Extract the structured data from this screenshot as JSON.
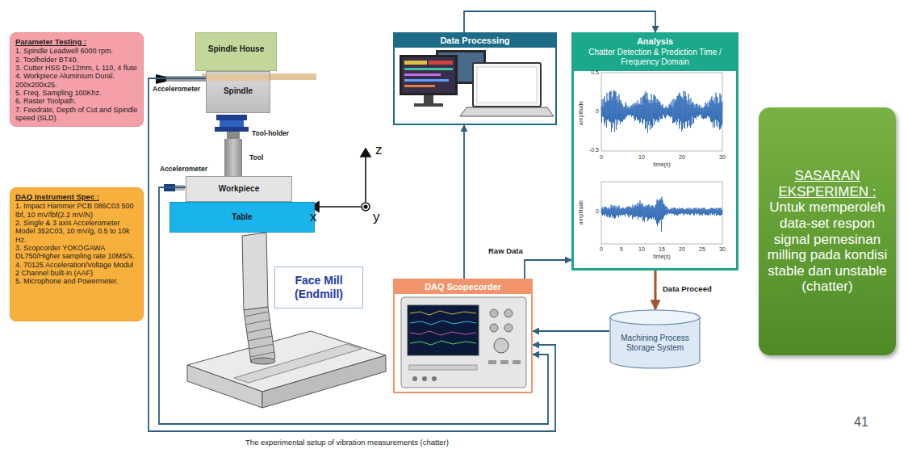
{
  "diagram": {
    "caption": "The experimental setup of vibration measurements (chatter)",
    "nodes": [
      {
        "text": [
          "Parameter Testing :",
          "1. Spindle Leadwell 6000 rpm.",
          "2. Toolholder BT40.",
          "3. Cutter HSS D=12mm, L 110, 4 flute",
          "4. Workpiece Aluminium Dural. 200x200x25.",
          "5. Freq. Sampling 100Khz.",
          "6. Raster Toolpath.",
          "7. Feedrate, Depth of Cut and Spindle speed (SLD)."
        ]
      },
      {
        "text": [
          "DAQ Instrument Spec :",
          "1. Impact Hammer PCB 086C03 500 lbf, 10 mV/lbf(2.2 mV/N)",
          "2. Single & 3 axis Accelerometer Model 352C03, 10 mV/g, 0.5 to 10k Hz.",
          "3. Scopcorder YOKOGAWA DL750/Higher sampling rate 10MS/s.",
          "4. 70125 Acceleration/Voltage Modul 2 Channel built-in (AAF)",
          "5. Microphone and Powermeter."
        ]
      },
      {
        "text": [
          "Spindle House"
        ]
      },
      {
        "text": [
          "Spindle"
        ]
      },
      {
        "text": [
          "Workpiece"
        ]
      },
      {
        "text": [
          "Table"
        ]
      },
      {
        "text": [
          "Face Mill (Endmill)"
        ]
      },
      {
        "text": [
          "Data Processing"
        ]
      },
      {
        "text": [
          "Analysis",
          "Chatter Detection & Prediction Time / Frequency Domain"
        ]
      },
      {
        "text": [
          "DAQ Scopecorder"
        ]
      },
      {
        "text": [
          "Machining Process Storage System"
        ]
      },
      {
        "text": [
          "SASARAN EKSPERIMEN :",
          "Untuk memperoleh data-set respon signal pemesinan milling pada kondisi stable dan unstable (chatter)"
        ]
      }
    ],
    "edges": [
      {
        "from": 3,
        "to": 9,
        "arrow": "to"
      },
      {
        "from": 4,
        "to": 9,
        "arrow": "to"
      },
      {
        "from": 9,
        "to": 7,
        "arrow": "to"
      },
      {
        "from": 9,
        "to": 8,
        "label": "Raw Data",
        "arrow": "to"
      },
      {
        "from": 7,
        "to": 8,
        "arrow": "to"
      },
      {
        "from": 8,
        "to": 10,
        "label": "Data Proceed",
        "arrow": "to"
      },
      {
        "from": 10,
        "to": 9,
        "arrow": "to"
      }
    ],
    "labels": [
      "Accelerometer",
      "Tool-holder",
      "Tool",
      "Accelerometer",
      "z",
      "x",
      "y",
      "amplitude",
      "0.5",
      "0",
      "-0.5",
      "0",
      "10",
      "20",
      "30",
      "time(s)",
      "amplitude",
      "0",
      "0",
      "5",
      "10",
      "15",
      "20",
      "25",
      "30",
      "time(s)",
      "41"
    ]
  }
}
